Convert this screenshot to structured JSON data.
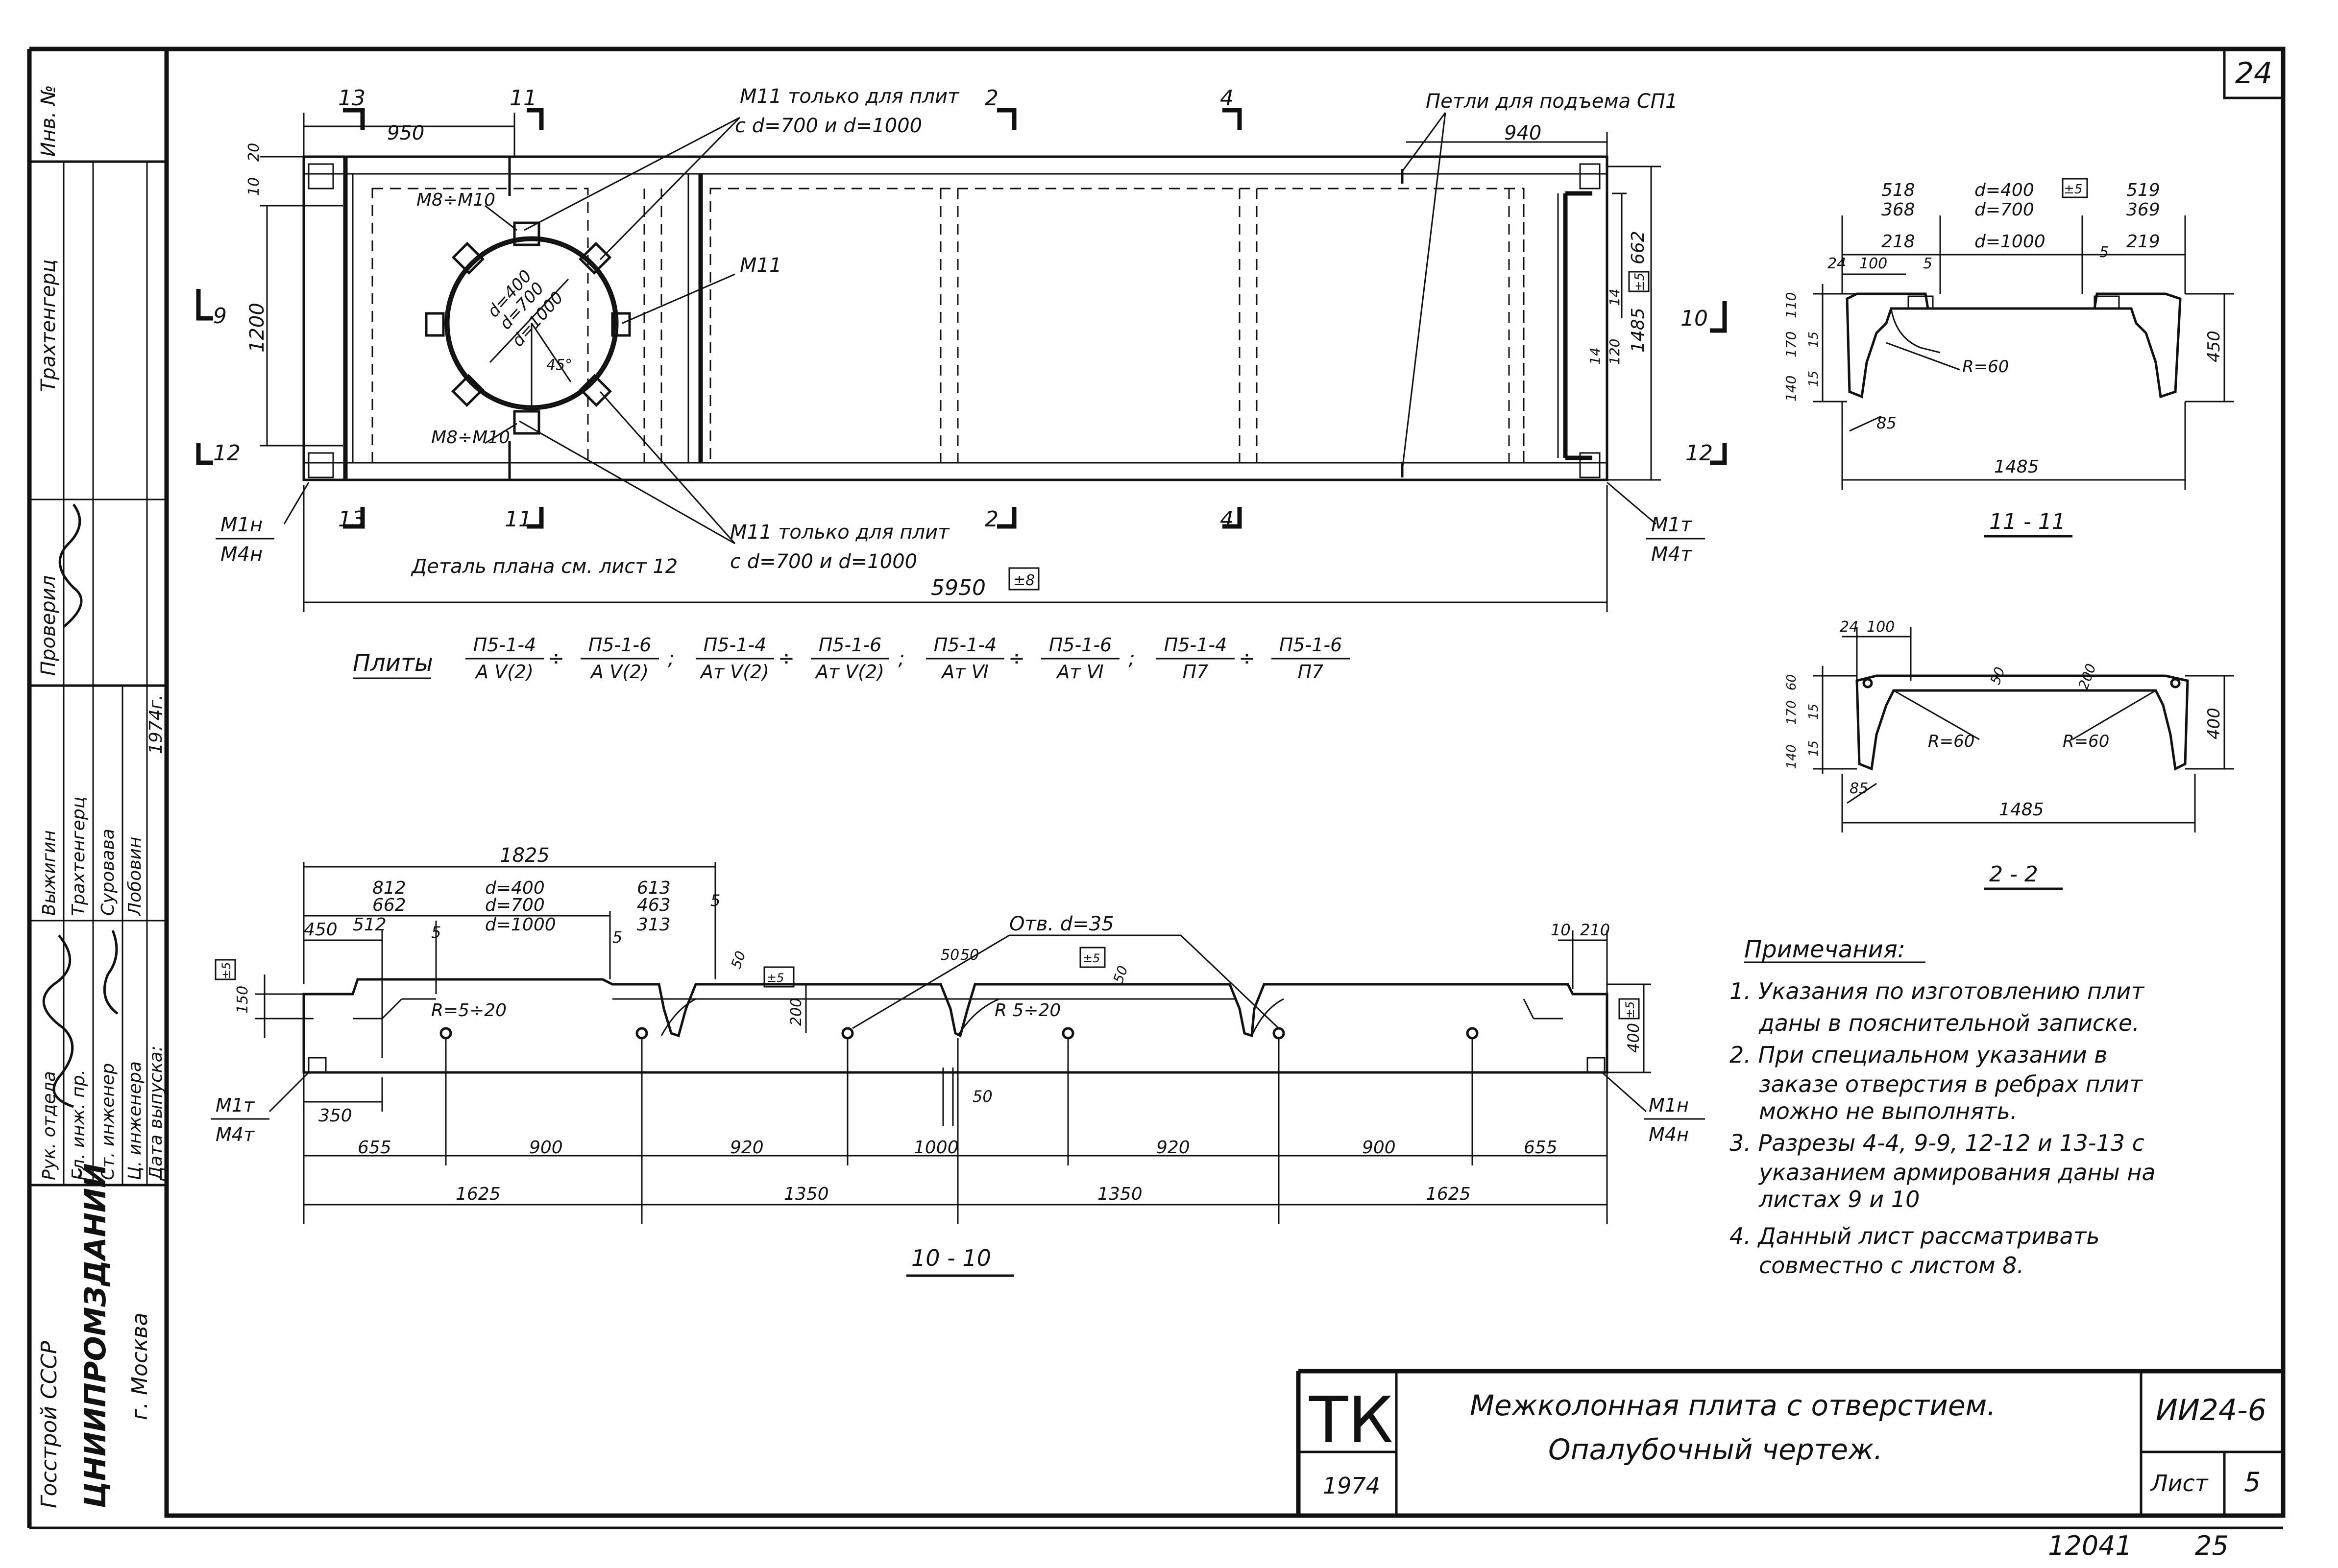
{
  "sheet": {
    "page_number": "24",
    "bottom_number_left": "12041",
    "bottom_number_right": "25"
  },
  "side_stamp": {
    "org_line1": "Госстрой СССР",
    "org_line2": "ЦНИИПРОМЗДАНИЙ",
    "org_line3": "г. Москва",
    "inv": "Инв. №",
    "names_top": [
      "Трахтенгерц",
      "Проверил"
    ],
    "roles": [
      "Рук. отдела",
      "Гл. инж. пр.",
      "Ст. инженер",
      "Ц. инженера",
      "Дата выпуска:"
    ],
    "people": [
      "Выжигин",
      "Трахтенгерц",
      "Суровава",
      "Лобовин"
    ],
    "year": "1974г."
  },
  "title_block": {
    "series_letters": "ТК",
    "series_year": "1974",
    "title_line1": "Межколонная плита с отверстием.",
    "title_line2": "Опалубочный чертеж.",
    "code": "ИИ24-6",
    "sheet_label": "Лист",
    "sheet_number": "5"
  },
  "plan": {
    "callouts": {
      "m11_top": "М11 только для плит",
      "m11_top_sub": "с d=700 и d=1000",
      "m11_bottom": "М11 только для плит",
      "m11_bottom_sub": "с d=700 и d=1000",
      "loops": "Петли для подъема СП1",
      "m11": "М11",
      "m8_top": "М8÷М10",
      "m8_bottom": "М8÷М10",
      "detail": "Деталь плана см. лист 12",
      "d_values": [
        "d=400",
        "d=700",
        "d=1000"
      ],
      "angle": "45°"
    },
    "sections": [
      "13",
      "11",
      "2",
      "4",
      "10",
      "12",
      "9"
    ],
    "dims": {
      "left_950": "950",
      "right_940": "940",
      "top_20": "20",
      "top_10": "10",
      "height_1200": "1200",
      "height_662": "662",
      "height_1485": "1485",
      "tol_5": "±5",
      "small_14": "14",
      "small_120": "120",
      "small_14b": "14",
      "overall_5950": "5950",
      "tol_8": "±8"
    },
    "marks": {
      "left_top": "М1н",
      "left_bottom": "М4н",
      "right_top": "М1т",
      "right_bottom": "М4т"
    }
  },
  "plates": {
    "label": "Плиты",
    "fractions": [
      {
        "num": "П5-1-4",
        "den": "А Ⅴ(2)",
        "sep": "÷"
      },
      {
        "num": "П5-1-6",
        "den": "А Ⅴ(2)",
        "sep": ";"
      },
      {
        "num": "П5-1-4",
        "den": "Ат Ⅴ(2)",
        "sep": "÷"
      },
      {
        "num": "П5-1-6",
        "den": "Ат Ⅴ(2)",
        "sep": ";"
      },
      {
        "num": "П5-1-4",
        "den": "Ат Ⅵ",
        "sep": "÷"
      },
      {
        "num": "П5-1-6",
        "den": "Ат Ⅵ",
        "sep": ";"
      },
      {
        "num": "П5-1-4",
        "den": "П7",
        "sep": "÷"
      },
      {
        "num": "П5-1-6",
        "den": "П7",
        "sep": ""
      }
    ]
  },
  "section_10_10": {
    "caption": "10 - 10",
    "hole_label": "Отв. d=35",
    "radius_left": "R=5÷20",
    "radius_mid": "R 5÷20",
    "top_dims": {
      "d1825": "1825",
      "d812": "812",
      "d662": "662",
      "d512": "512",
      "d450": "450",
      "dlabels": [
        "d=400",
        "d=700",
        "d=1000"
      ],
      "d613": "613",
      "d463": "463",
      "d313": "313",
      "d5a": "5",
      "d5b": "5",
      "d5c": "5",
      "d10": "10",
      "d210": "210",
      "d50a": "50",
      "d50b": "50",
      "d50c": "50",
      "d50d": "50"
    },
    "side_dims": {
      "left_150": "150",
      "tol_left": "±5",
      "d200": "200",
      "tol_mid": "±5",
      "tol_mid2": "±5",
      "right_400": "400",
      "tol_right": "±5",
      "d50": "50"
    },
    "bottom_chain1": [
      "655",
      "900",
      "920",
      "1000",
      "920",
      "900",
      "655"
    ],
    "bottom_chain2": [
      "1625",
      "1350",
      "1350",
      "1625"
    ],
    "d350": "350",
    "marks": {
      "left_top": "М1т",
      "left_bottom": "М4т",
      "right_top": "М1н",
      "right_bottom": "М4н"
    }
  },
  "section_11_11": {
    "caption": "11 - 11",
    "dims": {
      "l518": "518",
      "l368": "368",
      "l218": "218",
      "dvals": [
        "d=400",
        "d=700",
        "d=1000"
      ],
      "tol": "±5",
      "r519": "519",
      "r369": "369",
      "r219": "219",
      "d24": "24",
      "d100": "100",
      "d5": "5",
      "d5b": "5",
      "h110": "110",
      "h170": "170",
      "h140": "140",
      "h15a": "15",
      "h15b": "15",
      "radius": "R=60",
      "d85": "85",
      "width": "1485",
      "height": "450"
    }
  },
  "section_2_2": {
    "caption": "2 - 2",
    "dims": {
      "d24": "24",
      "d100": "100",
      "d50": "50",
      "d200": "200",
      "h60": "60",
      "h170": "170",
      "h140": "140",
      "h15a": "15",
      "h15b": "15",
      "radius_left": "R=60",
      "radius_right": "R=60",
      "d85": "85",
      "width": "1485",
      "height": "400"
    }
  },
  "notes": {
    "heading": "Примечания:",
    "items": [
      "1. Указания по изготовлению плит",
      "даны в пояснительной записке.",
      "2. При специальном указании в",
      "заказе отверстия в ребрах плит",
      "можно не выполнять.",
      "3. Разрезы 4-4, 9-9, 12-12 и 13-13 с",
      "указанием армирования даны на",
      "листах 9 и 10",
      "4. Данный лист рассматривать",
      "совместно с листом 8."
    ]
  }
}
